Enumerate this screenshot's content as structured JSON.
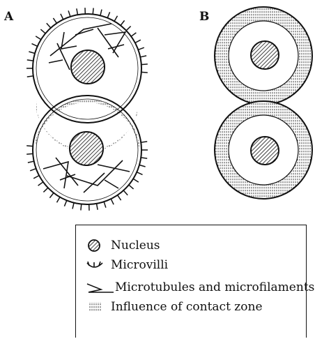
{
  "panels": {
    "a_label": "A",
    "b_label": "B"
  },
  "legend": {
    "items": [
      {
        "label": "Nucleus",
        "icon": "nucleus-icon"
      },
      {
        "label": "Microvilli",
        "icon": "microvilli-icon"
      },
      {
        "label": "Microtubules and microfilaments",
        "icon": "microtubules-icon"
      },
      {
        "label": "Influence of contact zone",
        "icon": "contact-zone-icon"
      }
    ]
  }
}
